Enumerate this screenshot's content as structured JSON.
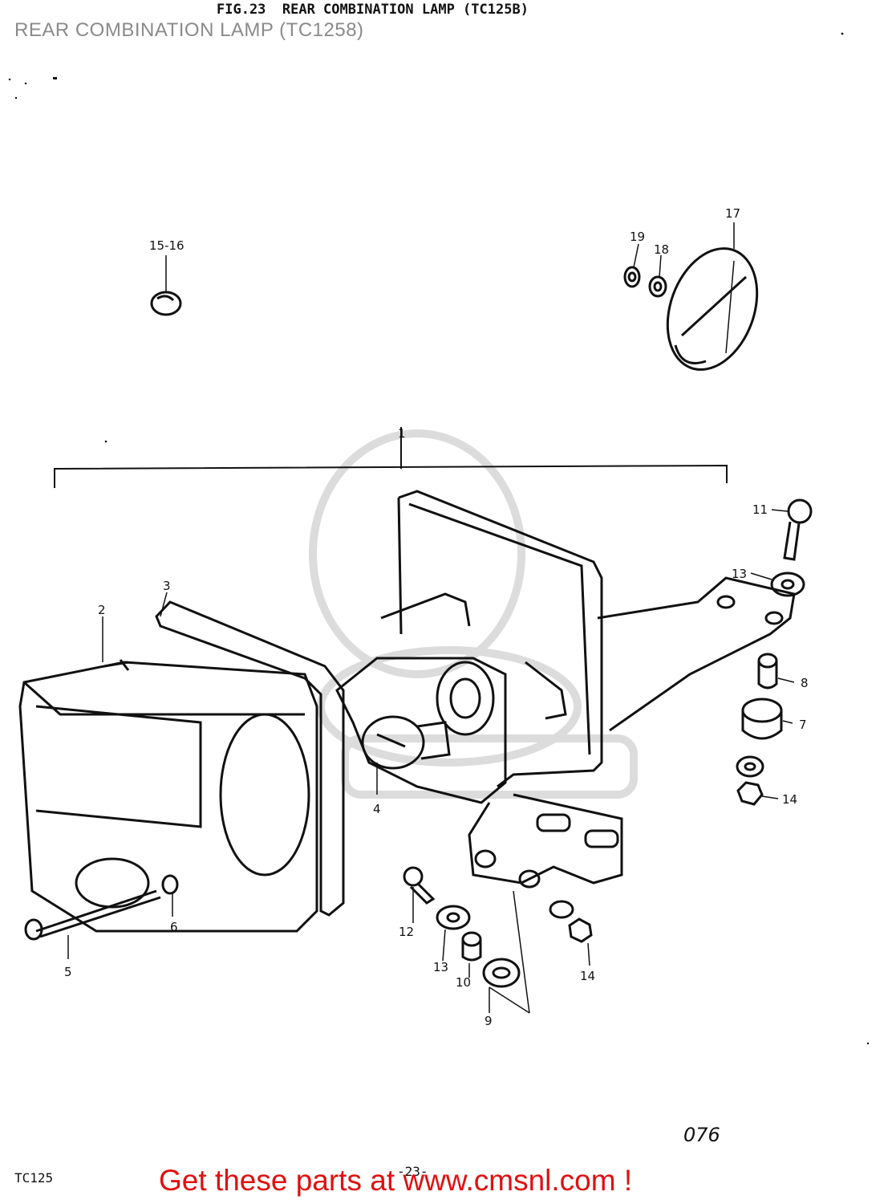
{
  "header": {
    "page_title": "REAR COMBINATION LAMP (TC1258)",
    "figure_title": "FIG.23  REAR COMBINATION LAMP (TC125B)"
  },
  "diagram": {
    "callouts": {
      "c1": "1",
      "c2": "2",
      "c3": "3",
      "c4": "4",
      "c5": "5",
      "c6": "6",
      "c7": "7",
      "c8": "8",
      "c9": "9",
      "c10": "10",
      "c11": "11",
      "c12": "12",
      "c13a": "13",
      "c13b": "13",
      "c14a": "14",
      "c14b": "14",
      "c1516": "15-16",
      "c17": "17",
      "c18": "18",
      "c19": "19"
    },
    "drawing_number": "076",
    "page_number": "-23-",
    "model": "TC125"
  },
  "footer": {
    "link_text": "Get these parts at www.cmsnl.com !"
  },
  "colors": {
    "title": "#8a8a8a",
    "line": "#111111",
    "link": "#e01010",
    "watermark": "#d8d8d8"
  }
}
